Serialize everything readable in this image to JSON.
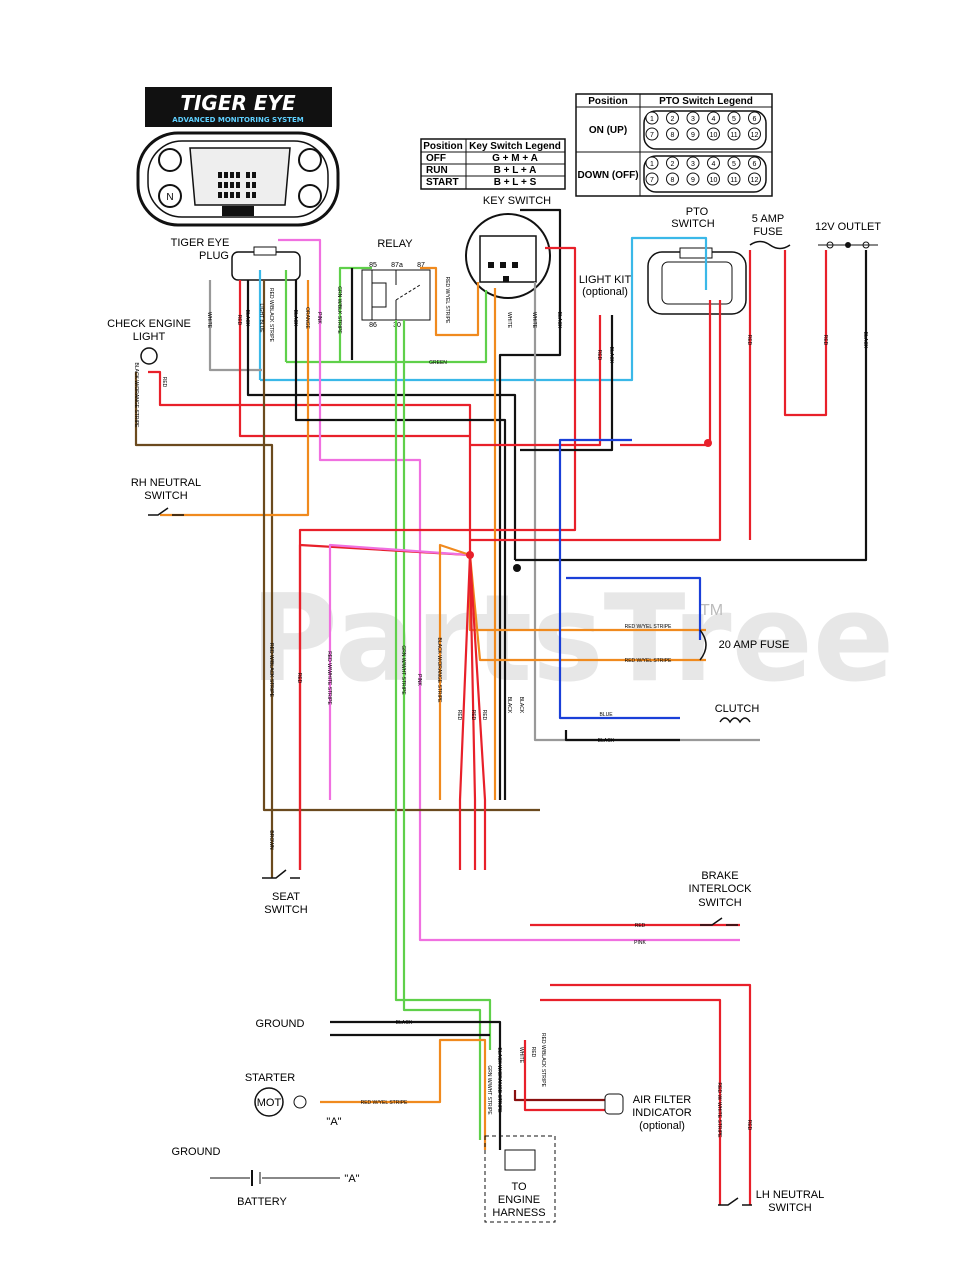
{
  "logo": {
    "title": "TIGER EYE",
    "subtitle": "ADVANCED MONITORING SYSTEM"
  },
  "key_switch_legend": {
    "headers": [
      "Position",
      "Key Switch Legend"
    ],
    "rows": [
      [
        "OFF",
        "G + M + A"
      ],
      [
        "RUN",
        "B + L + A"
      ],
      [
        "START",
        "B + L + S"
      ]
    ]
  },
  "pto_switch_legend": {
    "headers": [
      "Position",
      "PTO Switch Legend"
    ],
    "rows": [
      [
        "ON (UP)",
        ""
      ],
      [
        "DOWN (OFF)",
        ""
      ]
    ],
    "pins_top": [
      "1",
      "2",
      "3",
      "4",
      "5",
      "6"
    ],
    "pins_bottom": [
      "7",
      "8",
      "9",
      "10",
      "11",
      "12"
    ]
  },
  "labels": {
    "key_switch": "KEY SWITCH",
    "pto_switch": [
      "PTO",
      "SWITCH"
    ],
    "fuse_5amp": [
      "5 AMP",
      "FUSE"
    ],
    "outlet": "12V OUTLET",
    "relay": "RELAY",
    "tiger_eye_plug": [
      "TIGER EYE",
      "PLUG"
    ],
    "check_engine": [
      "CHECK ENGINE",
      "LIGHT"
    ],
    "light_kit": [
      "LIGHT KIT",
      "(optional)"
    ],
    "rh_neutral": [
      "RH NEUTRAL",
      "SWITCH"
    ],
    "fuse_20amp": "20 AMP FUSE",
    "clutch": "CLUTCH",
    "seat_switch": [
      "SEAT",
      "SWITCH"
    ],
    "brake_interlock": [
      "BRAKE",
      "INTERLOCK",
      "SWITCH"
    ],
    "ground1": "GROUND",
    "starter": "STARTER",
    "mot": "MOT",
    "a_ref": "\"A\"",
    "ground2": "GROUND",
    "battery": "BATTERY",
    "air_filter": [
      "AIR FILTER",
      "INDICATOR",
      "(optional)"
    ],
    "engine_harness": [
      "TO",
      "ENGINE",
      "HARNESS"
    ],
    "lh_neutral": [
      "LH NEUTRAL",
      "SWITCH"
    ],
    "relay_pins": [
      "85",
      "87a",
      "87",
      "86",
      "30"
    ],
    "watermark": "PartsTree",
    "tm": "TM"
  },
  "wire_labels": {
    "white": "WHITE",
    "red": "RED",
    "black": "BLACK",
    "orange": "ORANGE",
    "pink": "PINK",
    "green": "GREEN",
    "brown": "BROWN",
    "blue": "BLUE",
    "light_blue": "LIGHT BLUE",
    "red_black": "RED W/BLACK STRIPE",
    "grn_black": "GRN W/BLK STRIPE",
    "red_white": "RED W/WHITE STRIPE",
    "red_yel": "RED W/YEL STRIPE",
    "blk_orange": "BLACK W/ORANGE STRIPE",
    "grn_white": "GRN W/WHT STRIPE",
    "red_w_white": "RED W/ WHITE STRIPE"
  },
  "colors": {
    "black": "#111111",
    "red": "#e8202a",
    "orange": "#f08a1e",
    "pink": "#f070e0",
    "green": "#5fd04a",
    "brown": "#6b4a1e",
    "white_wire": "#999999",
    "light_blue": "#3ab8e8",
    "blue": "#1a3fd8"
  }
}
